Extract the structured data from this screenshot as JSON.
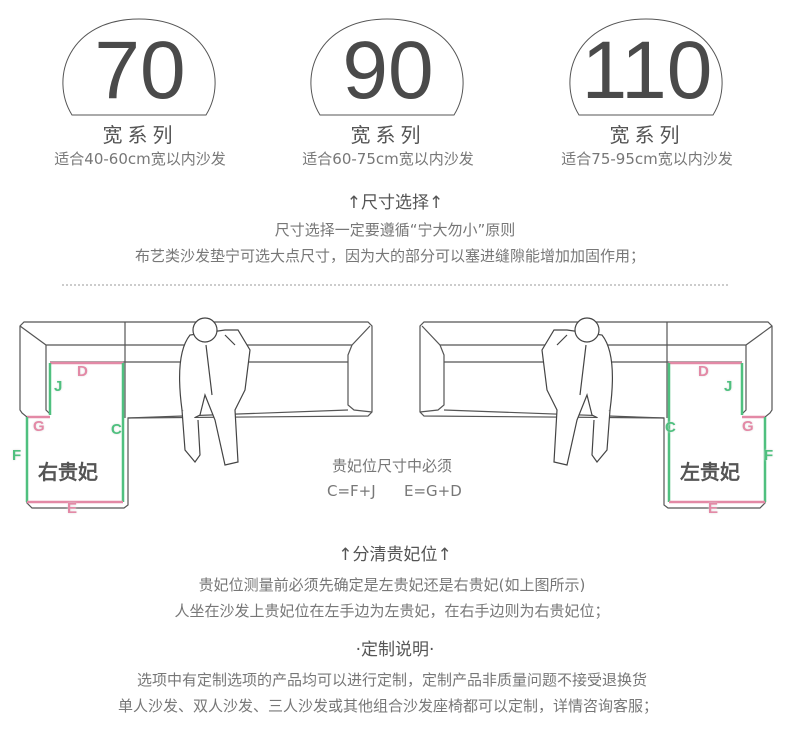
{
  "series": [
    {
      "number": "70",
      "label": "宽系列",
      "fit": "适合40-60cm宽以内沙发"
    },
    {
      "number": "90",
      "label": "宽系列",
      "fit": "适合60-75cm宽以内沙发"
    },
    {
      "number": "110",
      "label": "宽系列",
      "fit": "适合75-95cm宽以内沙发"
    }
  ],
  "size_section": {
    "title": "↑尺寸选择↑",
    "lines": [
      "尺寸选择一定要遵循“宁大勿小”原则",
      "布艺类沙发垫宁可选大点尺寸，因为大的部分可以塞进缝隙能增加加固作用；"
    ]
  },
  "diagram": {
    "left_label": "右贵妃",
    "right_label": "左贵妃",
    "letters": {
      "D": "D",
      "J": "J",
      "G": "G",
      "F": "F",
      "C": "C",
      "E": "E"
    },
    "note": "贵妃位尺寸中必须",
    "formula1": "C=F+J",
    "formula2": "E=G+D",
    "colors": {
      "pink": "#e389a6",
      "green": "#4fc07f"
    }
  },
  "chaise_section": {
    "title": "↑分清贵妃位↑",
    "lines": [
      "贵妃位测量前必须先确定是左贵妃还是右贵妃(如上图所示)",
      "人坐在沙发上贵妃位在左手边为左贵妃，在右手边则为右贵妃位；"
    ]
  },
  "custom_section": {
    "title": "·定制说明·",
    "lines": [
      "选项中有定制选项的产品均可以进行定制，定制产品非质量问题不接受退换货",
      "单人沙发、双人沙发、三人沙发或其他组合沙发座椅都可以定制，详情咨询客服；"
    ]
  }
}
